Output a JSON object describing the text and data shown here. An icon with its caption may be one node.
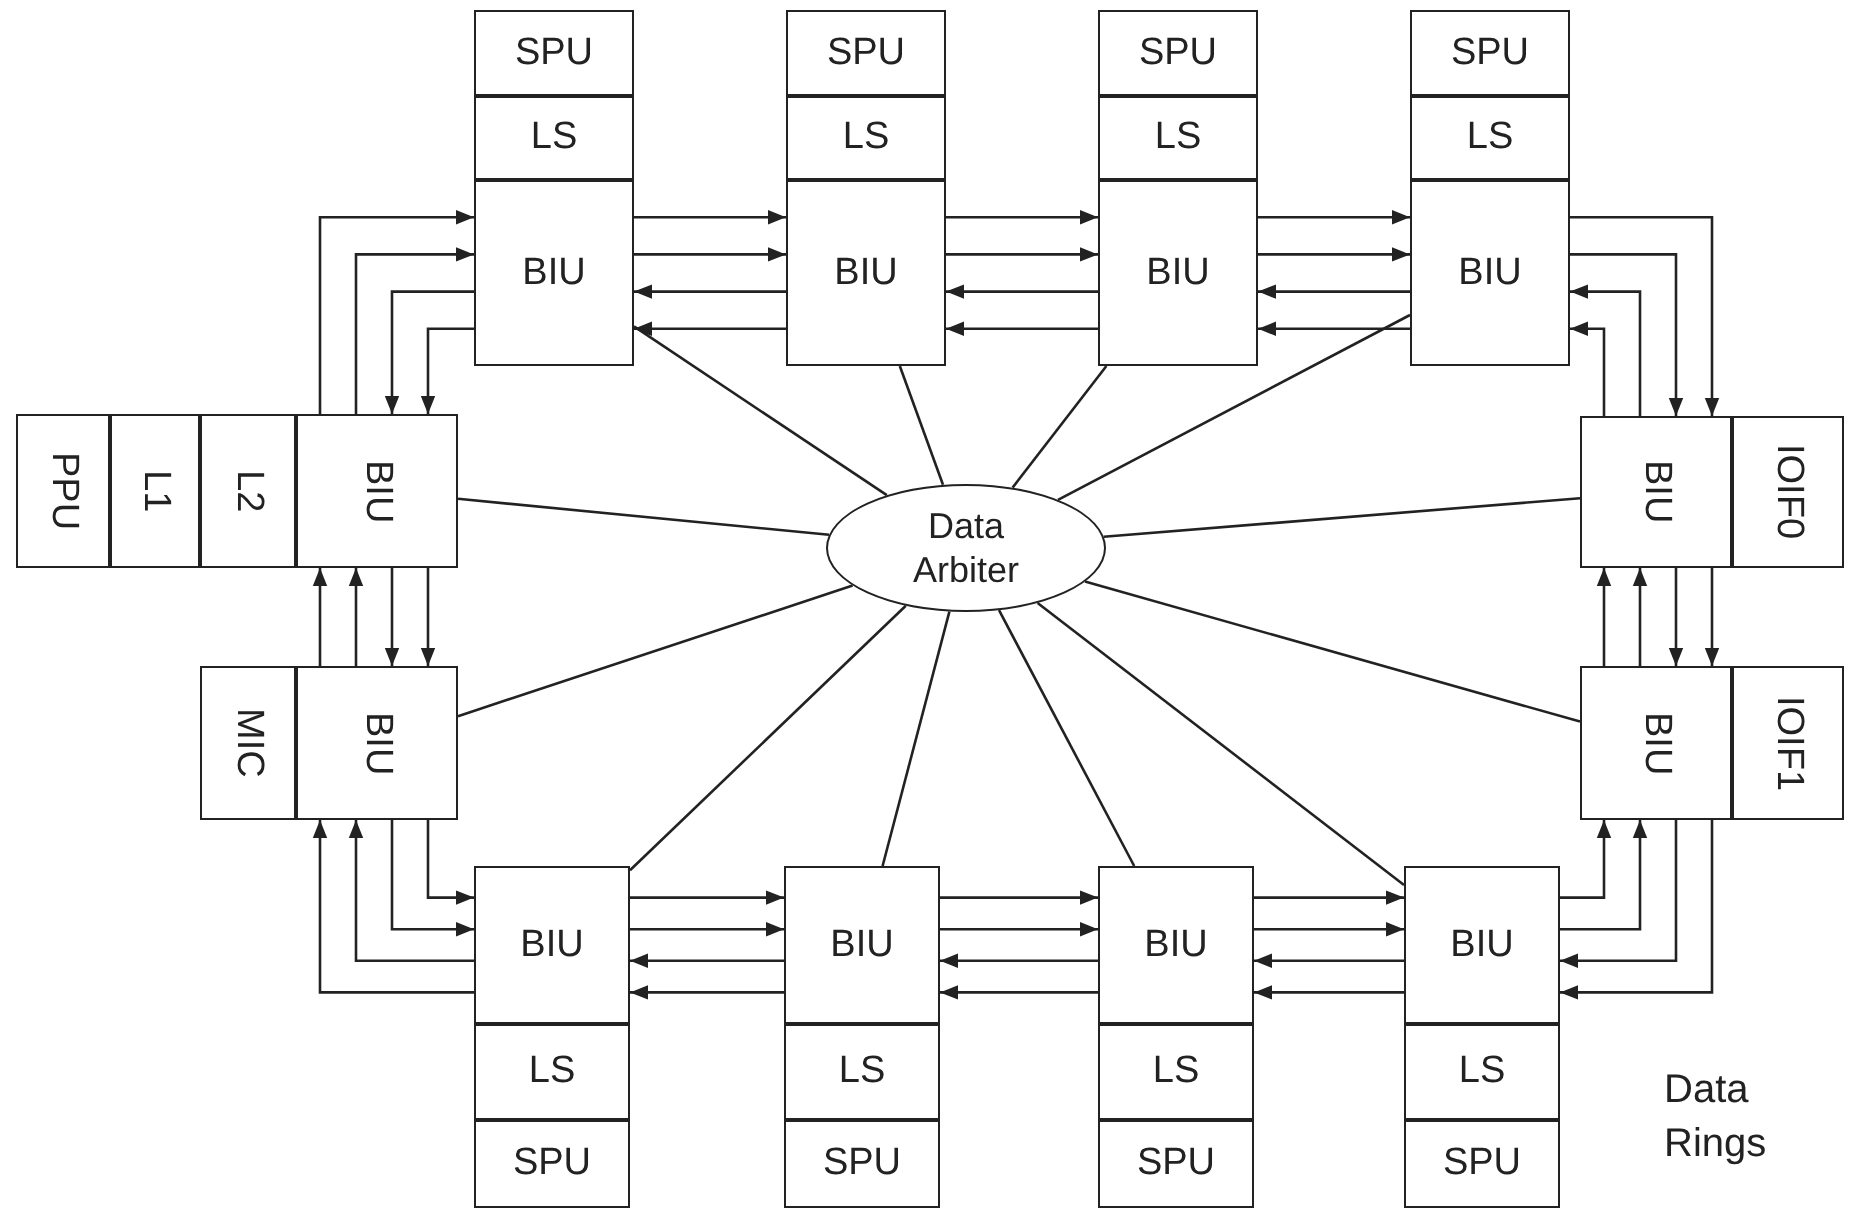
{
  "diagram": {
    "nodes": [
      {
        "text": [
          "SPU"
        ]
      },
      {
        "text": [
          "LS"
        ]
      },
      {
        "text": [
          "BIU"
        ]
      },
      {
        "text": [
          "SPU"
        ]
      },
      {
        "text": [
          "LS"
        ]
      },
      {
        "text": [
          "BIU"
        ]
      },
      {
        "text": [
          "SPU"
        ]
      },
      {
        "text": [
          "LS"
        ]
      },
      {
        "text": [
          "BIU"
        ]
      },
      {
        "text": [
          "SPU"
        ]
      },
      {
        "text": [
          "LS"
        ]
      },
      {
        "text": [
          "BIU"
        ]
      },
      {
        "text": [
          "PPU"
        ]
      },
      {
        "text": [
          "L1"
        ]
      },
      {
        "text": [
          "L2"
        ]
      },
      {
        "text": [
          "BIU"
        ]
      },
      {
        "text": [
          "BIU"
        ]
      },
      {
        "text": [
          "IOIF0"
        ]
      },
      {
        "text": [
          "Data Arbiter"
        ]
      },
      {
        "text": [
          "MIC"
        ]
      },
      {
        "text": [
          "BIU"
        ]
      },
      {
        "text": [
          "BIU"
        ]
      },
      {
        "text": [
          "IOIF1"
        ]
      },
      {
        "text": [
          "BIU"
        ]
      },
      {
        "text": [
          "LS"
        ]
      },
      {
        "text": [
          "SPU"
        ]
      },
      {
        "text": [
          "BIU"
        ]
      },
      {
        "text": [
          "LS"
        ]
      },
      {
        "text": [
          "SPU"
        ]
      },
      {
        "text": [
          "BIU"
        ]
      },
      {
        "text": [
          "LS"
        ]
      },
      {
        "text": [
          "SPU"
        ]
      },
      {
        "text": [
          "BIU"
        ]
      },
      {
        "text": [
          "LS"
        ]
      },
      {
        "text": [
          "SPU"
        ]
      }
    ],
    "edges": [
      {
        "from": 2,
        "to": 5,
        "arrow": "to"
      },
      {
        "from": 2,
        "to": 5,
        "arrow": "to"
      },
      {
        "from": 5,
        "to": 2,
        "arrow": "to"
      },
      {
        "from": 5,
        "to": 2,
        "arrow": "to"
      },
      {
        "from": 5,
        "to": 8,
        "arrow": "to"
      },
      {
        "from": 5,
        "to": 8,
        "arrow": "to"
      },
      {
        "from": 8,
        "to": 5,
        "arrow": "to"
      },
      {
        "from": 8,
        "to": 5,
        "arrow": "to"
      },
      {
        "from": 8,
        "to": 11,
        "arrow": "to"
      },
      {
        "from": 8,
        "to": 11,
        "arrow": "to"
      },
      {
        "from": 11,
        "to": 8,
        "arrow": "to"
      },
      {
        "from": 11,
        "to": 8,
        "arrow": "to"
      },
      {
        "from": 11,
        "to": 16,
        "arrow": "to"
      },
      {
        "from": 11,
        "to": 16,
        "arrow": "to"
      },
      {
        "from": 16,
        "to": 11,
        "arrow": "to"
      },
      {
        "from": 16,
        "to": 11,
        "arrow": "to"
      },
      {
        "from": 21,
        "to": 16,
        "arrow": "to"
      },
      {
        "from": 21,
        "to": 16,
        "arrow": "to"
      },
      {
        "from": 16,
        "to": 21,
        "arrow": "to"
      },
      {
        "from": 16,
        "to": 21,
        "arrow": "to"
      },
      {
        "from": 32,
        "to": 21,
        "arrow": "to"
      },
      {
        "from": 32,
        "to": 21,
        "arrow": "to"
      },
      {
        "from": 21,
        "to": 32,
        "arrow": "to"
      },
      {
        "from": 21,
        "to": 32,
        "arrow": "to"
      },
      {
        "from": 29,
        "to": 32,
        "arrow": "to"
      },
      {
        "from": 29,
        "to": 32,
        "arrow": "to"
      },
      {
        "from": 32,
        "to": 29,
        "arrow": "to"
      },
      {
        "from": 32,
        "to": 29,
        "arrow": "to"
      },
      {
        "from": 26,
        "to": 29,
        "arrow": "to"
      },
      {
        "from": 26,
        "to": 29,
        "arrow": "to"
      },
      {
        "from": 29,
        "to": 26,
        "arrow": "to"
      },
      {
        "from": 29,
        "to": 26,
        "arrow": "to"
      },
      {
        "from": 23,
        "to": 26,
        "arrow": "to"
      },
      {
        "from": 23,
        "to": 26,
        "arrow": "to"
      },
      {
        "from": 26,
        "to": 23,
        "arrow": "to"
      },
      {
        "from": 26,
        "to": 23,
        "arrow": "to"
      },
      {
        "from": 20,
        "to": 23,
        "arrow": "to"
      },
      {
        "from": 20,
        "to": 23,
        "arrow": "to"
      },
      {
        "from": 23,
        "to": 20,
        "arrow": "to"
      },
      {
        "from": 23,
        "to": 20,
        "arrow": "to"
      },
      {
        "from": 20,
        "to": 15,
        "arrow": "to"
      },
      {
        "from": 20,
        "to": 15,
        "arrow": "to"
      },
      {
        "from": 15,
        "to": 20,
        "arrow": "to"
      },
      {
        "from": 15,
        "to": 20,
        "arrow": "to"
      },
      {
        "from": 15,
        "to": 2,
        "arrow": "to"
      },
      {
        "from": 15,
        "to": 2,
        "arrow": "to"
      },
      {
        "from": 2,
        "to": 15,
        "arrow": "to"
      },
      {
        "from": 2,
        "to": 15,
        "arrow": "to"
      },
      {
        "from": 2,
        "to": 18,
        "arrow": "none"
      },
      {
        "from": 5,
        "to": 18,
        "arrow": "none"
      },
      {
        "from": 8,
        "to": 18,
        "arrow": "none"
      },
      {
        "from": 11,
        "to": 18,
        "arrow": "none"
      },
      {
        "from": 15,
        "to": 18,
        "arrow": "none"
      },
      {
        "from": 16,
        "to": 18,
        "arrow": "none"
      },
      {
        "from": 20,
        "to": 18,
        "arrow": "none"
      },
      {
        "from": 21,
        "to": 18,
        "arrow": "none"
      },
      {
        "from": 23,
        "to": 18,
        "arrow": "none"
      },
      {
        "from": 26,
        "to": 18,
        "arrow": "none"
      },
      {
        "from": 29,
        "to": 18,
        "arrow": "none"
      },
      {
        "from": 32,
        "to": 18,
        "arrow": "none"
      }
    ],
    "labels": [
      "Data Rings"
    ]
  }
}
